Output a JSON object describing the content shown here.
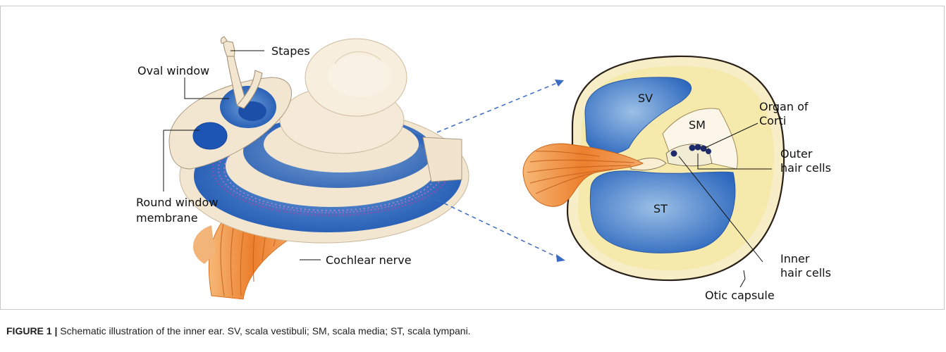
{
  "labels": {
    "stapes": "Stapes",
    "oval_window": "Oval window",
    "round_window_1": "Round window",
    "round_window_2": "membrane",
    "cochlear_nerve": "Cochlear nerve",
    "sv": "SV",
    "sm": "SM",
    "st": "ST",
    "organ_of_corti_1": "Organ of",
    "organ_of_corti_2": "Corti",
    "outer_hair_cells_1": "Outer",
    "outer_hair_cells_2": "hair cells",
    "inner_hair_cells_1": "Inner",
    "inner_hair_cells_2": "hair cells",
    "otic_capsule": "Otic capsule"
  },
  "caption": {
    "figure": "FIGURE 1 |",
    "text": " Schematic illustration of the inner ear. SV, scala vestibuli; SM, scala media; ST, scala tympani."
  },
  "colors": {
    "blue": "#1f5fb8",
    "cream": "#f5ead8",
    "yellow": "#f4e29a",
    "orange": "#ec8a3a",
    "purple": "#8a4fb0",
    "arrow": "#3b6cc4"
  }
}
